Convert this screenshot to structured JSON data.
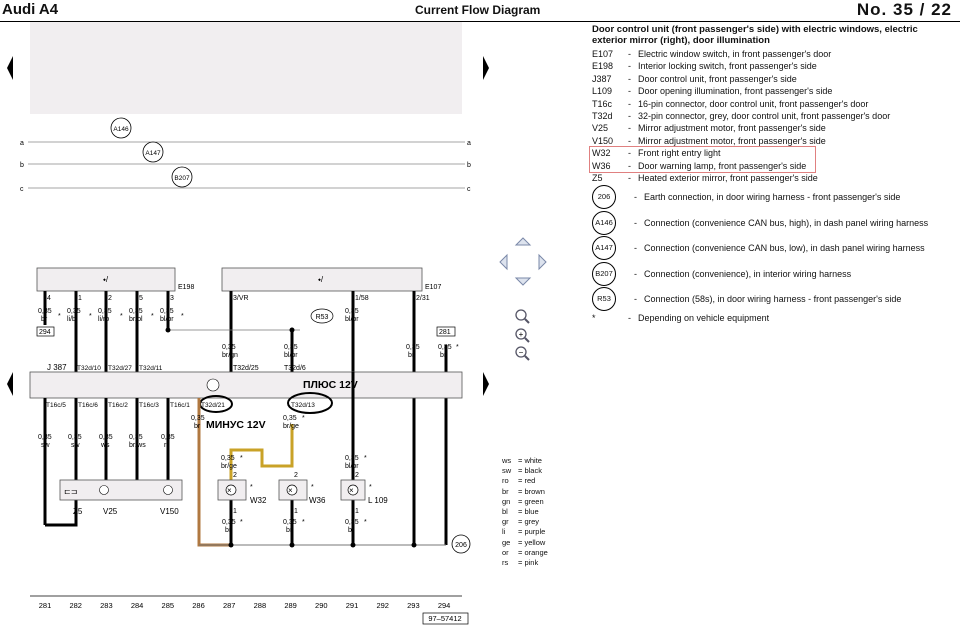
{
  "header": {
    "model": "Audi A4",
    "title": "Current Flow Diagram",
    "page": "No.  35 / 22"
  },
  "legend": {
    "title": "Door control unit (front passenger's side) with electric windows, electric exterior mirror (right), door illumination",
    "items": [
      {
        "code": "E107",
        "desc": "Electric window switch, in front passenger's door"
      },
      {
        "code": "E198",
        "desc": "Interior locking switch, front passenger's side"
      },
      {
        "code": "J387",
        "desc": "Door control unit, front passenger's side"
      },
      {
        "code": "L109",
        "desc": "Door opening illumination, front passenger's side"
      },
      {
        "code": "T16c",
        "desc": "16-pin connector, door control unit, front passenger's door"
      },
      {
        "code": "T32d",
        "desc": "32-pin connector, grey, door control unit, front passenger's door"
      },
      {
        "code": "V25",
        "desc": "Mirror adjustment motor, front passenger's side"
      },
      {
        "code": "V150",
        "desc": "Mirror adjustment motor, front passenger's side"
      },
      {
        "code": "W32",
        "desc": "Front right entry light"
      },
      {
        "code": "W36",
        "desc": "Door warning lamp, front passenger's side"
      },
      {
        "code": "Z5",
        "desc": "Heated exterior mirror, front passenger's side"
      }
    ],
    "circles": [
      {
        "code": "206",
        "desc": "Earth connection, in door wiring harness - front passenger's side"
      },
      {
        "code": "A146",
        "desc": "Connection (convenience CAN bus, high), in dash panel wiring harness"
      },
      {
        "code": "A147",
        "desc": "Connection (convenience CAN bus, low), in dash panel wiring harness"
      },
      {
        "code": "B207",
        "desc": "Connection (convenience), in interior wiring harness"
      },
      {
        "code": "R53",
        "desc": "Connection (58s), in door wiring harness - front passenger's side"
      }
    ],
    "note_code": "*",
    "note_desc": "Depending on vehicle equipment"
  },
  "colorkey": [
    {
      "k": "ws",
      "v": "white"
    },
    {
      "k": "sw",
      "v": "black"
    },
    {
      "k": "ro",
      "v": "red"
    },
    {
      "k": "br",
      "v": "brown"
    },
    {
      "k": "gn",
      "v": "green"
    },
    {
      "k": "bl",
      "v": "blue"
    },
    {
      "k": "gr",
      "v": "grey"
    },
    {
      "k": "li",
      "v": "purple"
    },
    {
      "k": "ge",
      "v": "yellow"
    },
    {
      "k": "or",
      "v": "orange"
    },
    {
      "k": "rs",
      "v": "pink"
    }
  ],
  "diagram": {
    "buses": [
      "a",
      "b",
      "c"
    ],
    "bus_nodes": [
      "A146",
      "A147",
      "B207"
    ],
    "e198": "E198",
    "e107": "E107",
    "j387": "J 387",
    "r53": "R53",
    "plus": "ПЛЮС 12V",
    "minus": "МИНУС 12V",
    "ground": "206",
    "ref281": "281",
    "ref294": "294",
    "docnum": "97–57412",
    "columns": [
      "281",
      "282",
      "283",
      "284",
      "285",
      "286",
      "287",
      "288",
      "289",
      "290",
      "291",
      "292",
      "293",
      "294"
    ]
  }
}
